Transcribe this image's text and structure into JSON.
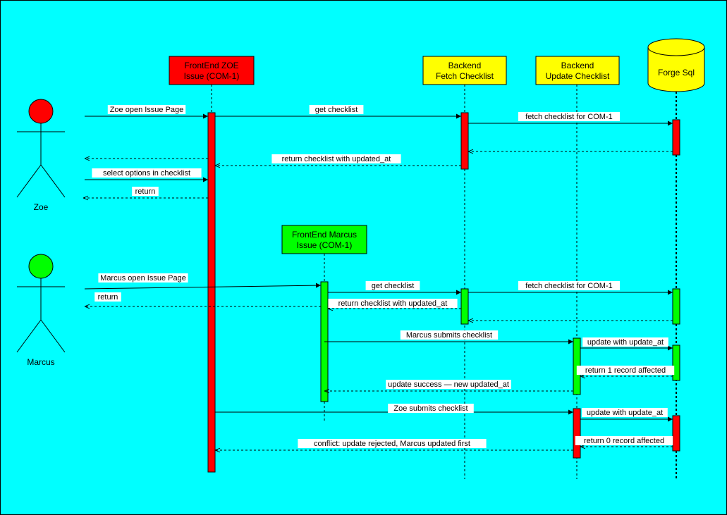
{
  "colors": {
    "background": "#00FFFF",
    "zoe": "#FF0000",
    "marcus": "#00FF00",
    "backend": "#FFFF00",
    "line": "#000000"
  },
  "actors": {
    "zoe": {
      "name": "Zoe",
      "color": "#FF0000"
    },
    "marcus": {
      "name": "Marcus",
      "color": "#00FF00"
    }
  },
  "participants": {
    "frontend_zoe": {
      "line1": "FrontEnd ZOE",
      "line2": "Issue (COM-1)",
      "color": "#FF0000"
    },
    "frontend_marcus": {
      "line1": "FrontEnd Marcus",
      "line2": "Issue (COM-1)",
      "color": "#00FF00"
    },
    "backend_fetch": {
      "line1": "Backend",
      "line2": "Fetch Checklist",
      "color": "#FFFF00"
    },
    "backend_update": {
      "line1": "Backend",
      "line2": "Update Checklist",
      "color": "#FFFF00"
    },
    "forge_sql": {
      "label": "Forge Sql",
      "color": "#FFFF00",
      "shape": "database-cylinder"
    }
  },
  "messages": {
    "m01": "Zoe open Issue Page",
    "m02": "get checklist",
    "m03": "fetch checklist for COM-1",
    "m04": "return checklist with updated_at",
    "m05": "select options in checklist",
    "m06": "return",
    "m07": "Marcus open Issue Page",
    "m08": "get checklist",
    "m09": "fetch checklist for COM-1",
    "m10": "return",
    "m11": "return checklist with updated_at",
    "m12": "Marcus submits checklist",
    "m13": "update with update_at",
    "m14": "return 1 record affected",
    "m15": "update success — new updated_at",
    "m16": "Zoe submits checklist",
    "m17": "update with update_at",
    "m18": "return 0 record affected",
    "m19": "conflict: update rejected, Marcus updated first"
  }
}
